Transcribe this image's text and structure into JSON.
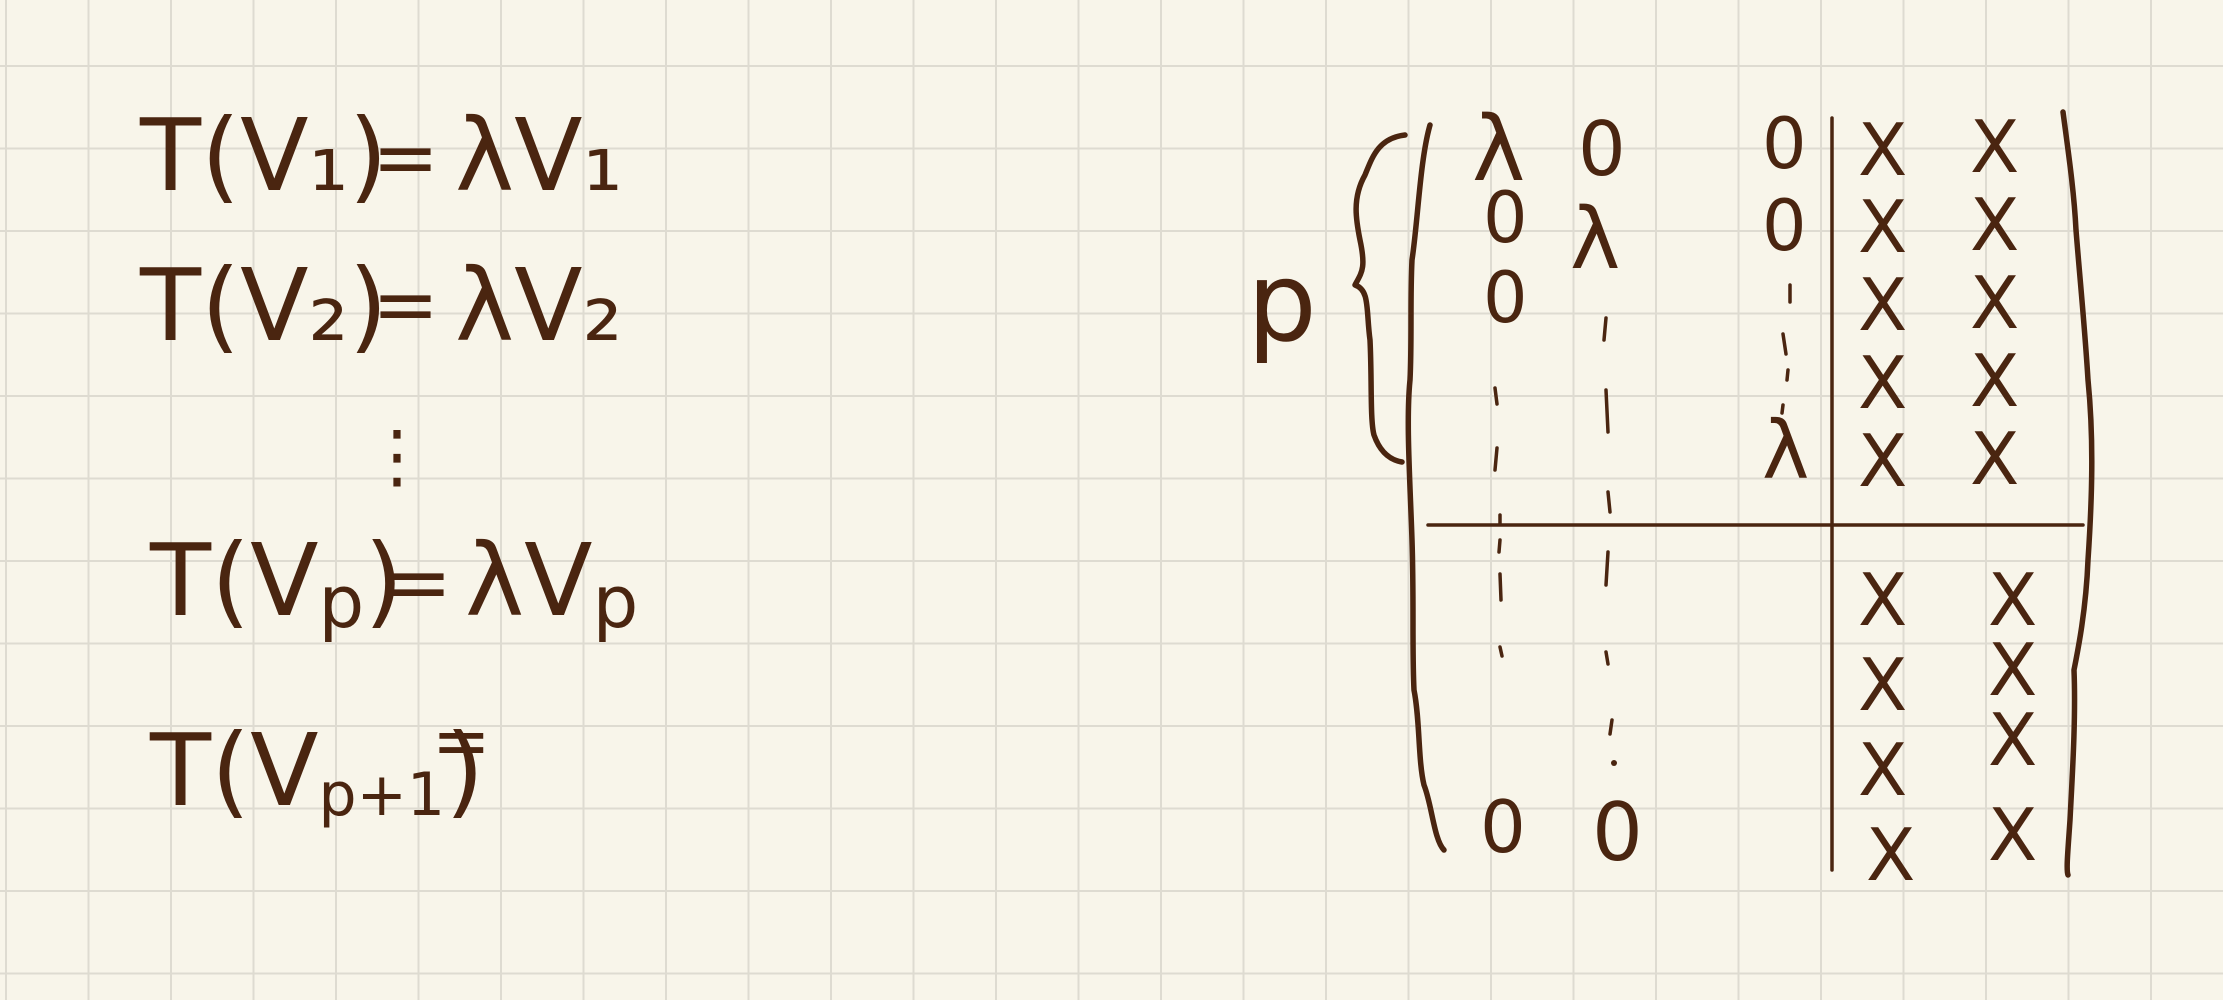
{
  "colors": {
    "paper": "#f8f5ea",
    "grid": "#dedbd1",
    "ink": "#4a2510"
  },
  "equations": {
    "eq1": {
      "lhs": "T(V₁)",
      "eq": "=",
      "rhs": "λV₁"
    },
    "eq2": {
      "lhs": "T(V₂)",
      "eq": "=",
      "rhs": "λV₂"
    },
    "vdots": "⋮",
    "eq3": {
      "lhs": "T(V",
      "lhs_sub": "p",
      "lhs_close": ")",
      "eq": "=",
      "rhs": "λV",
      "rhs_sub": "p"
    },
    "eq4": {
      "lhs": "T(V",
      "lhs_sub": "p+1",
      "lhs_close": ")",
      "eq": "="
    }
  },
  "matrix": {
    "brace_label": "p",
    "top_rows": [
      [
        "λ",
        "0",
        "0"
      ],
      [
        "0",
        "λ",
        "0"
      ],
      [
        "0",
        "",
        ""
      ],
      [
        "",
        "",
        "λ"
      ]
    ],
    "bottom_row": [
      "0",
      "0"
    ],
    "x_mark": "X"
  }
}
